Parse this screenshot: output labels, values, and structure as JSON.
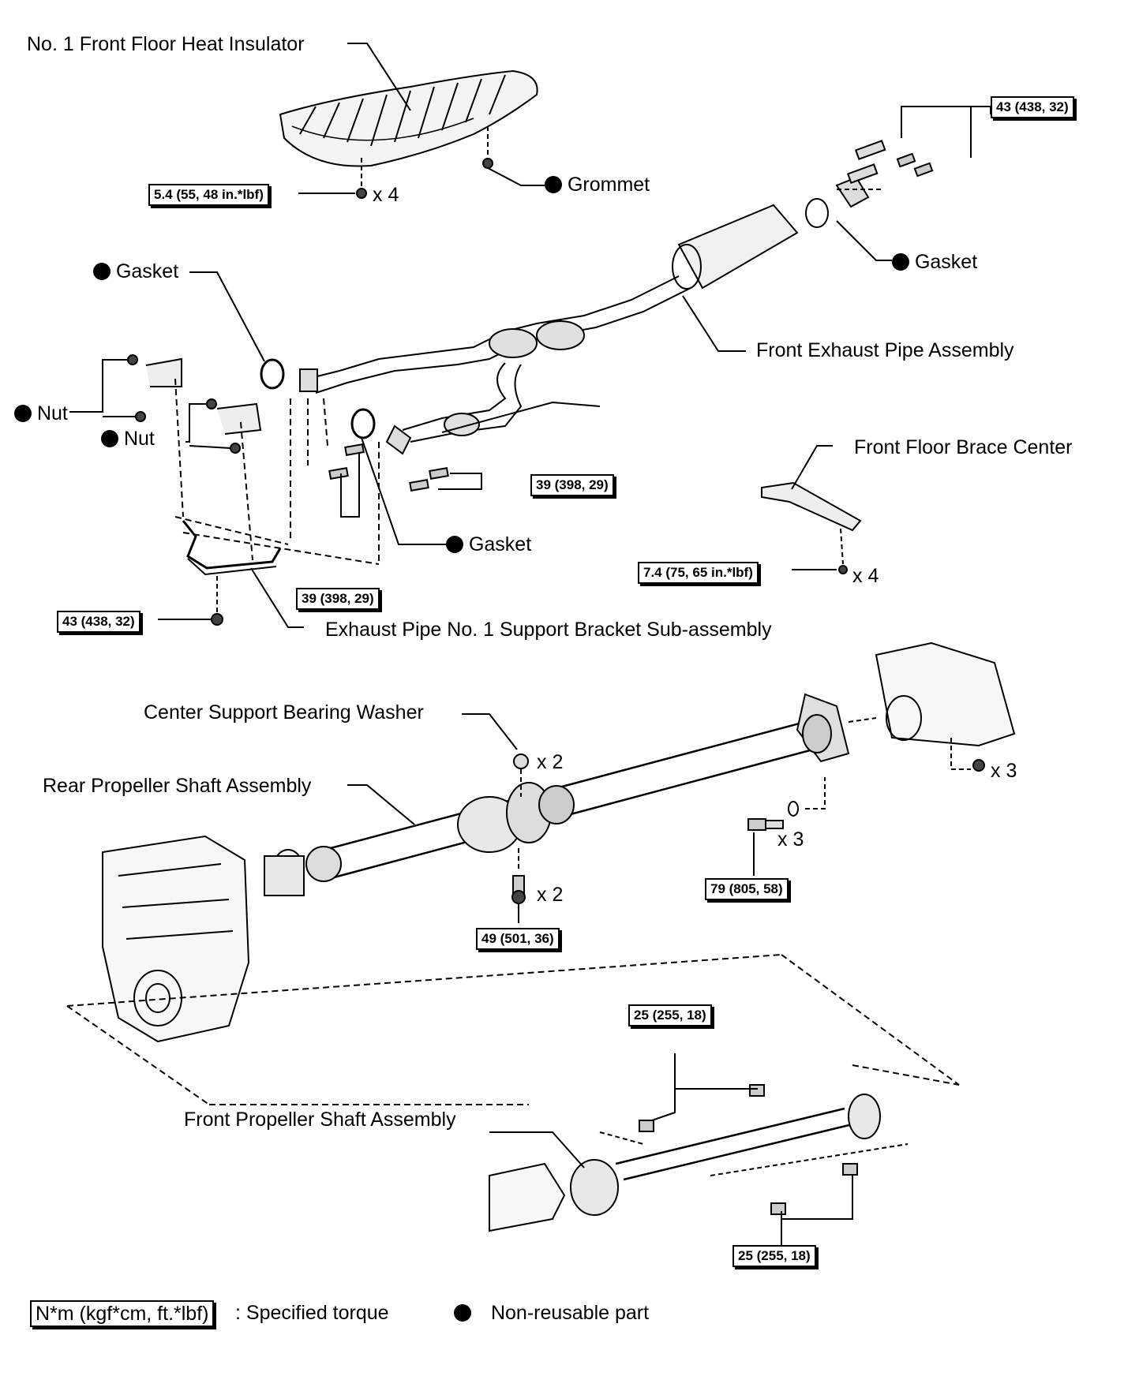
{
  "labels": {
    "heat_insulator": "No. 1 Front Floor Heat Insulator",
    "grommet": "Grommet",
    "gasket": "Gasket",
    "nut": "Nut",
    "front_exhaust_pipe": "Front Exhaust Pipe Assembly",
    "brace_center": "Front Floor Brace Center",
    "support_bracket": "Exhaust Pipe No. 1 Support Bracket Sub-assembly",
    "bearing_washer": "Center Support Bearing Washer",
    "rear_shaft": "Rear Propeller Shaft Assembly",
    "front_shaft": "Front Propeller Shaft Assembly"
  },
  "torques": {
    "insulator_nut": "5.4 (55, 48 in.*lbf)",
    "top_bolts": "43 (438, 32)",
    "cat_bolts": "39 (398, 29)",
    "bracket_bolts": "39 (398, 29)",
    "bracket_bottom": "43 (438, 32)",
    "brace_bolt": "7.4 (75, 65 in.*lbf)",
    "flange_bolt": "79 (805, 58)",
    "bearing_bolt": "49 (501, 36)",
    "front_shaft_upper": "25 (255, 18)",
    "front_shaft_lower": "25 (255, 18)"
  },
  "multipliers": {
    "x4": "x 4",
    "x2": "x 2",
    "x3": "x 3"
  },
  "legend": {
    "torque_box": "N*m (kgf*cm, ft.*lbf)",
    "torque_text": ": Specified torque",
    "nonreusable": "Non-reusable part"
  }
}
